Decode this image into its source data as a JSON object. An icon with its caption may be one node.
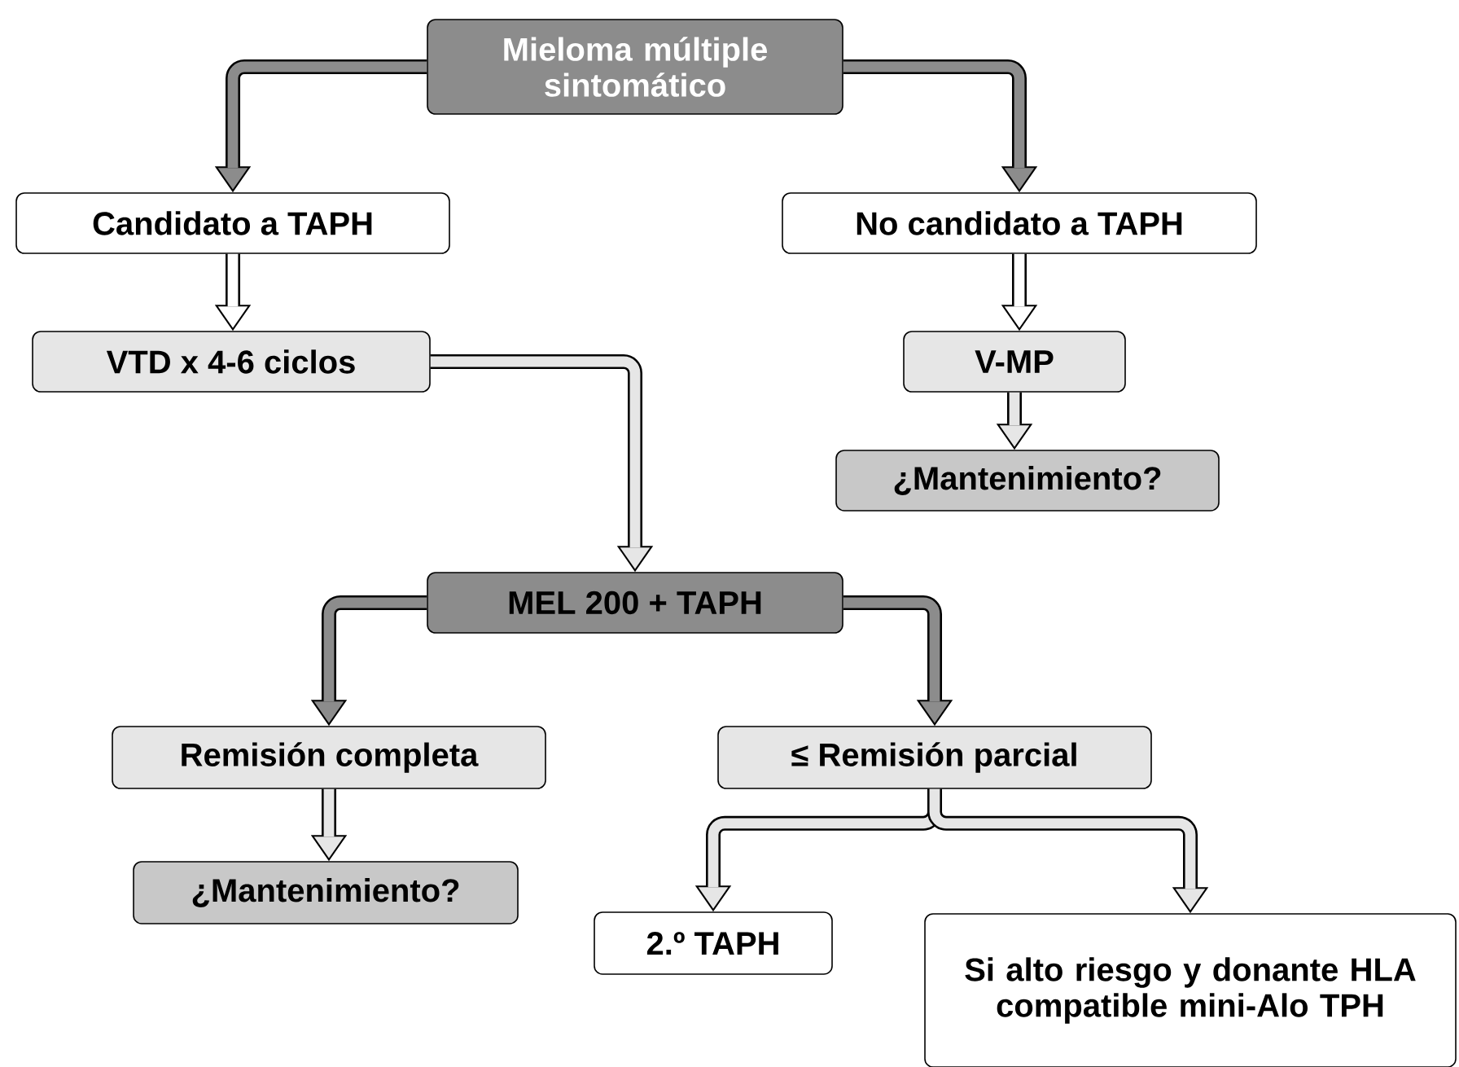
{
  "diagram": {
    "nodes": [
      {
        "text": [
          "Mieloma múltiple sintomático"
        ]
      },
      {
        "text": [
          "Candidato a TAPH"
        ]
      },
      {
        "text": [
          "No candidato a TAPH"
        ]
      },
      {
        "text": [
          "VTD x 4-6 ciclos"
        ]
      },
      {
        "text": [
          "V-MP"
        ]
      },
      {
        "text": [
          "¿Mantenimiento?"
        ]
      },
      {
        "text": [
          "MEL 200 + TAPH"
        ]
      },
      {
        "text": [
          "Remisión completa"
        ]
      },
      {
        "text": [
          "≤ Remisión parcial"
        ]
      },
      {
        "text": [
          "¿Mantenimiento?"
        ]
      },
      {
        "text": [
          "2.º TAPH"
        ]
      },
      {
        "text": [
          "Si alto riesgo y donante HLA compatible mini-Alo TPH"
        ]
      }
    ],
    "edges": [
      {
        "from": 0,
        "to": 1,
        "arrow": "to",
        "color": "#8c8c8c"
      },
      {
        "from": 0,
        "to": 2,
        "arrow": "to",
        "color": "#8c8c8c"
      },
      {
        "from": 1,
        "to": 3,
        "arrow": "to",
        "color": "#ffffff"
      },
      {
        "from": 2,
        "to": 4,
        "arrow": "to",
        "color": "#ffffff"
      },
      {
        "from": 4,
        "to": 5,
        "arrow": "to"
      },
      {
        "from": 3,
        "to": 6,
        "arrow": "to"
      },
      {
        "from": 6,
        "to": 7,
        "arrow": "to",
        "color": "#8c8c8c"
      },
      {
        "from": 6,
        "to": 8,
        "arrow": "to",
        "color": "#8c8c8c"
      },
      {
        "from": 7,
        "to": 9,
        "arrow": "to"
      },
      {
        "from": 8,
        "to": 10,
        "arrow": "to"
      },
      {
        "from": 8,
        "to": 11,
        "arrow": "to"
      }
    ]
  }
}
